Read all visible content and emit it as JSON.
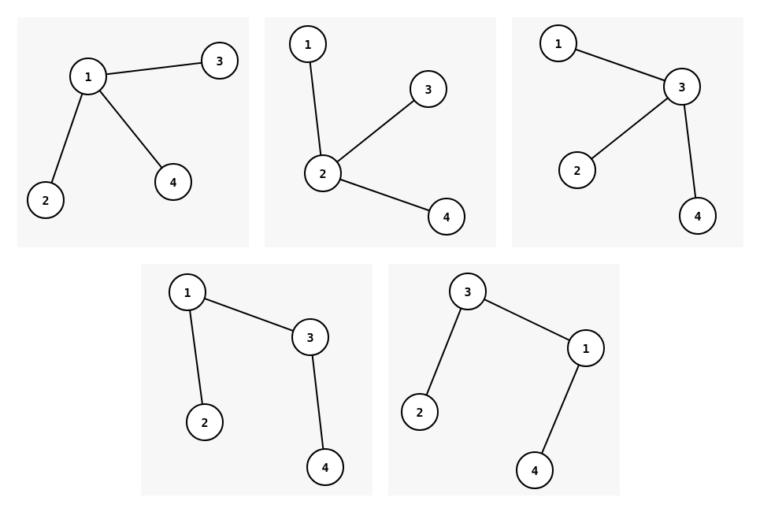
{
  "graphs": [
    {
      "nodes": [
        "1",
        "2",
        "3",
        "4"
      ],
      "edges": [
        [
          "1",
          "3"
        ],
        [
          "1",
          "2"
        ],
        [
          "1",
          "4"
        ]
      ]
    },
    {
      "nodes": [
        "1",
        "2",
        "3",
        "4"
      ],
      "edges": [
        [
          "1",
          "2"
        ],
        [
          "2",
          "3"
        ],
        [
          "2",
          "4"
        ]
      ]
    },
    {
      "nodes": [
        "1",
        "2",
        "3",
        "4"
      ],
      "edges": [
        [
          "1",
          "3"
        ],
        [
          "3",
          "2"
        ],
        [
          "3",
          "4"
        ]
      ]
    },
    {
      "nodes": [
        "1",
        "2",
        "3",
        "4"
      ],
      "edges": [
        [
          "1",
          "3"
        ],
        [
          "1",
          "2"
        ],
        [
          "3",
          "4"
        ]
      ]
    },
    {
      "nodes": [
        "1",
        "2",
        "3",
        "4"
      ],
      "edges": [
        [
          "3",
          "1"
        ],
        [
          "3",
          "2"
        ],
        [
          "1",
          "4"
        ]
      ]
    }
  ]
}
